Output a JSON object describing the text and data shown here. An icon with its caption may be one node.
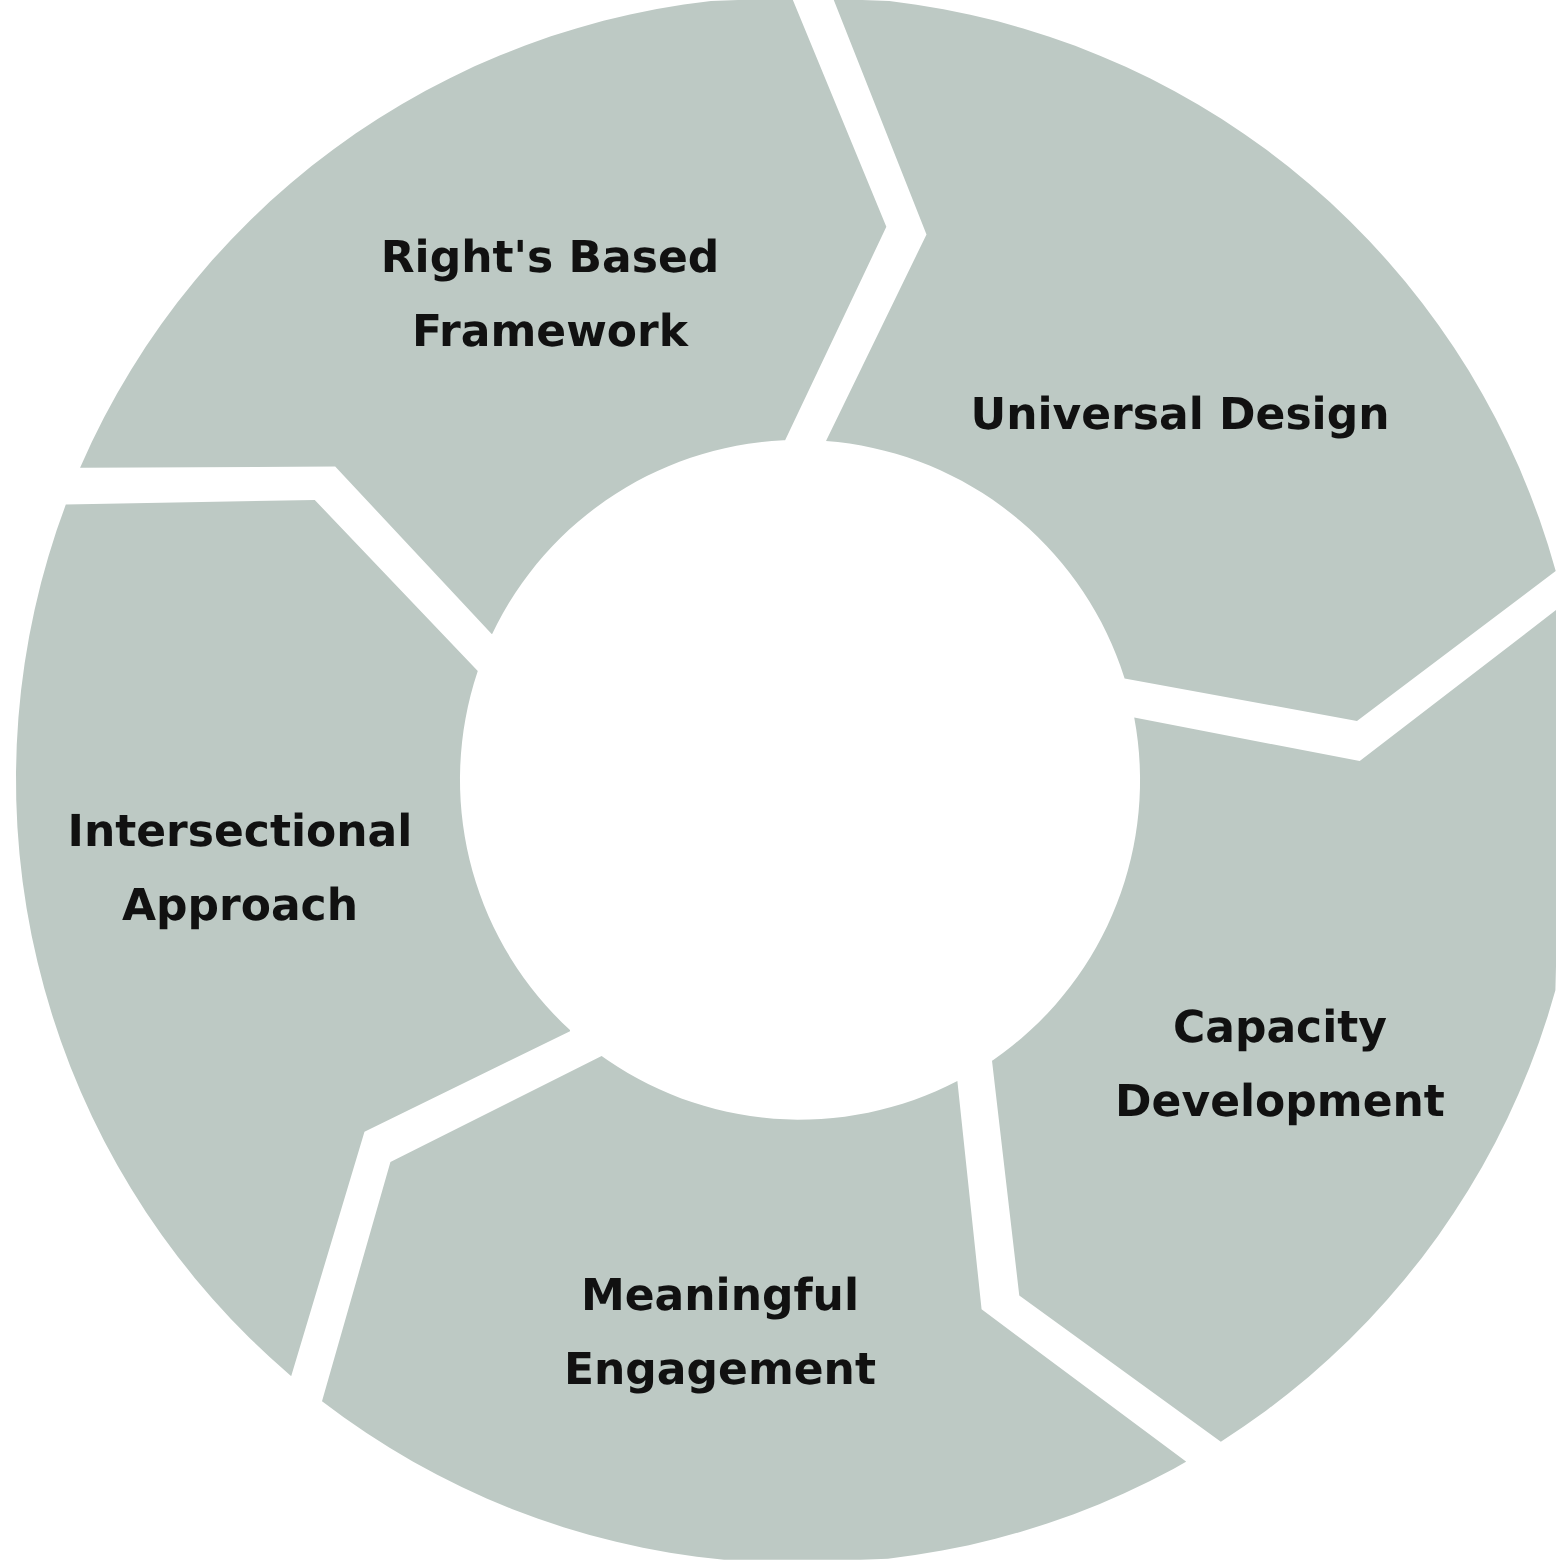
{
  "diagram": {
    "nodes": [
      {
        "text": [
          "Right's Based Framework"
        ]
      },
      {
        "text": [
          "Universal Design"
        ]
      },
      {
        "text": [
          "Capacity Development"
        ]
      },
      {
        "text": [
          "Meaningful Engagement"
        ]
      },
      {
        "text": [
          "Intersectional Approach"
        ]
      }
    ]
  }
}
